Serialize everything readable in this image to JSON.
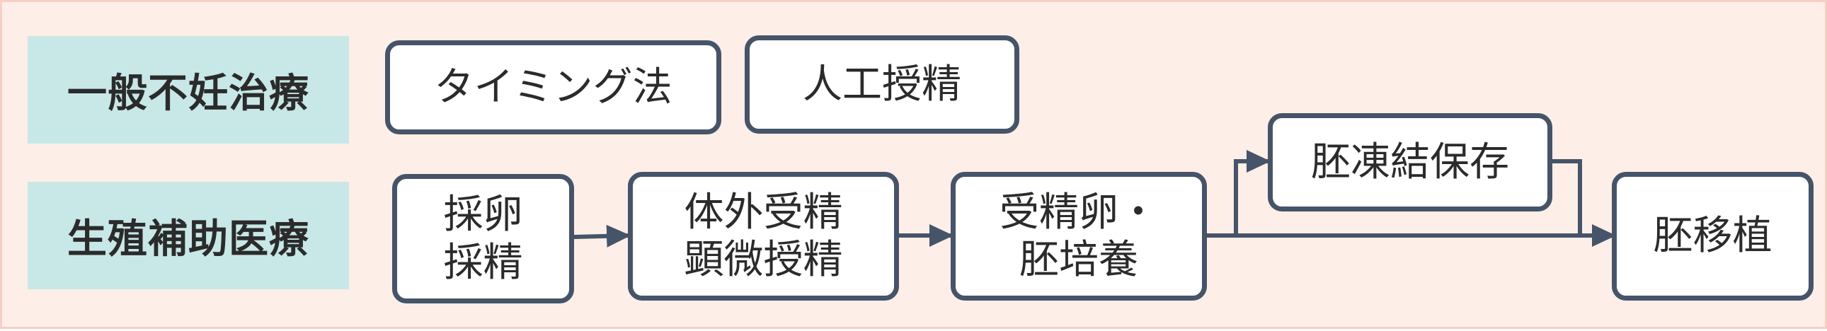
{
  "colors": {
    "background": "#fdeee7",
    "outer_border": "#f6cfc6",
    "label_bg": "#c7e8e6",
    "node_border": "#455468",
    "arrow": "#455468"
  },
  "rows": {
    "general": {
      "label": "一般不妊治療",
      "items": [
        {
          "lines": [
            "タイミング法"
          ]
        },
        {
          "lines": [
            "人工授精"
          ]
        }
      ]
    },
    "art": {
      "label": "生殖補助医療",
      "steps": [
        {
          "lines": [
            "採卵",
            "採精"
          ]
        },
        {
          "lines": [
            "体外受精",
            "顕微授精"
          ]
        },
        {
          "lines": [
            "受精卵・",
            "胚培養"
          ]
        },
        {
          "lines": [
            "胚凍結保存"
          ]
        },
        {
          "lines": [
            "胚移植"
          ]
        }
      ]
    }
  }
}
